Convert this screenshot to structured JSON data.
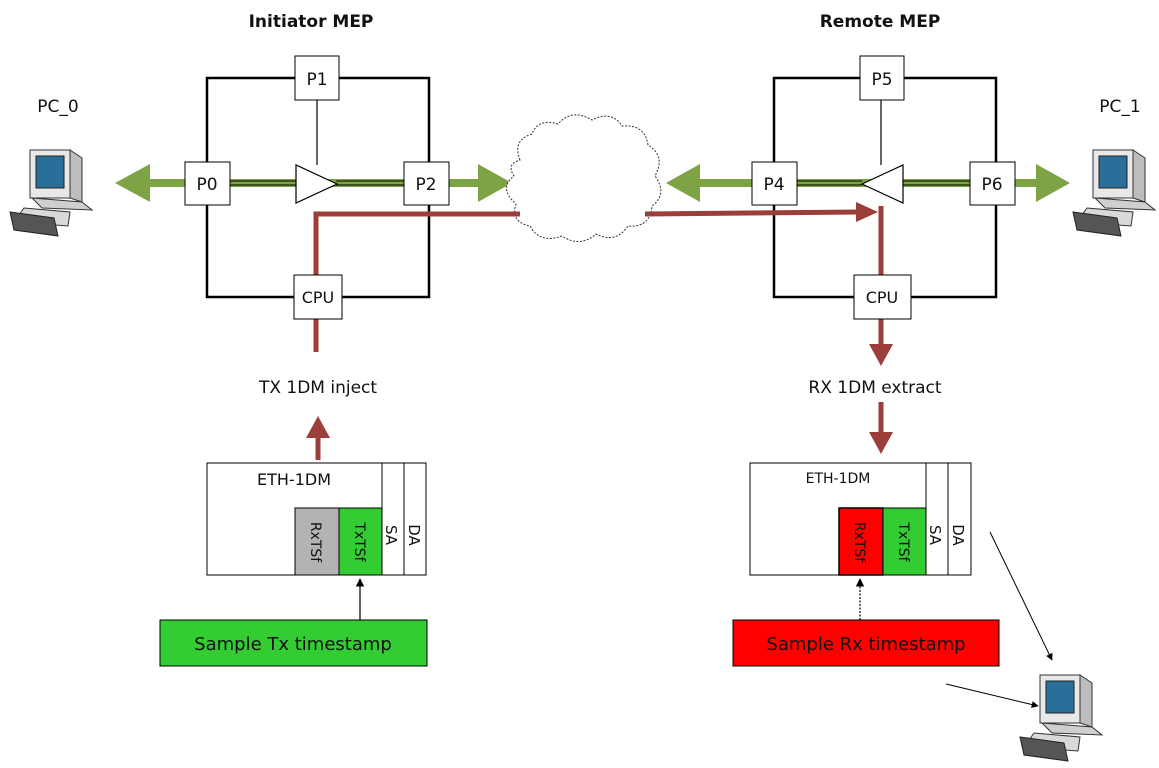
{
  "titles": {
    "initiator": "Initiator MEP",
    "remote": "Remote MEP"
  },
  "hosts": {
    "left": "PC_0",
    "right": "PC_1"
  },
  "initiator": {
    "ports": {
      "top": "P1",
      "left": "P0",
      "right": "P2",
      "cpu": "CPU"
    },
    "action": "TX 1DM inject",
    "frame": {
      "title": "ETH-1DM",
      "fields": [
        "RxTSf",
        "TxTSf",
        "SA",
        "DA"
      ]
    },
    "timestamp_box": "Sample Tx timestamp"
  },
  "remote": {
    "ports": {
      "top": "P5",
      "left": "P4",
      "right": "P6",
      "cpu": "CPU"
    },
    "action": "RX 1DM extract",
    "frame": {
      "title": "ETH-1DM",
      "fields": [
        "RxTSf",
        "TxTSf",
        "SA",
        "DA"
      ]
    },
    "timestamp_box": "Sample Rx timestamp"
  },
  "colors": {
    "green_arrow": "#7da344",
    "red_path": "#9c3f3a",
    "tx_field": "#33cc33",
    "rx_field_initiator": "#b3b3b3",
    "rx_field_remote": "#ff0000",
    "tx_box": "#33cc33",
    "rx_box": "#ff0000"
  }
}
